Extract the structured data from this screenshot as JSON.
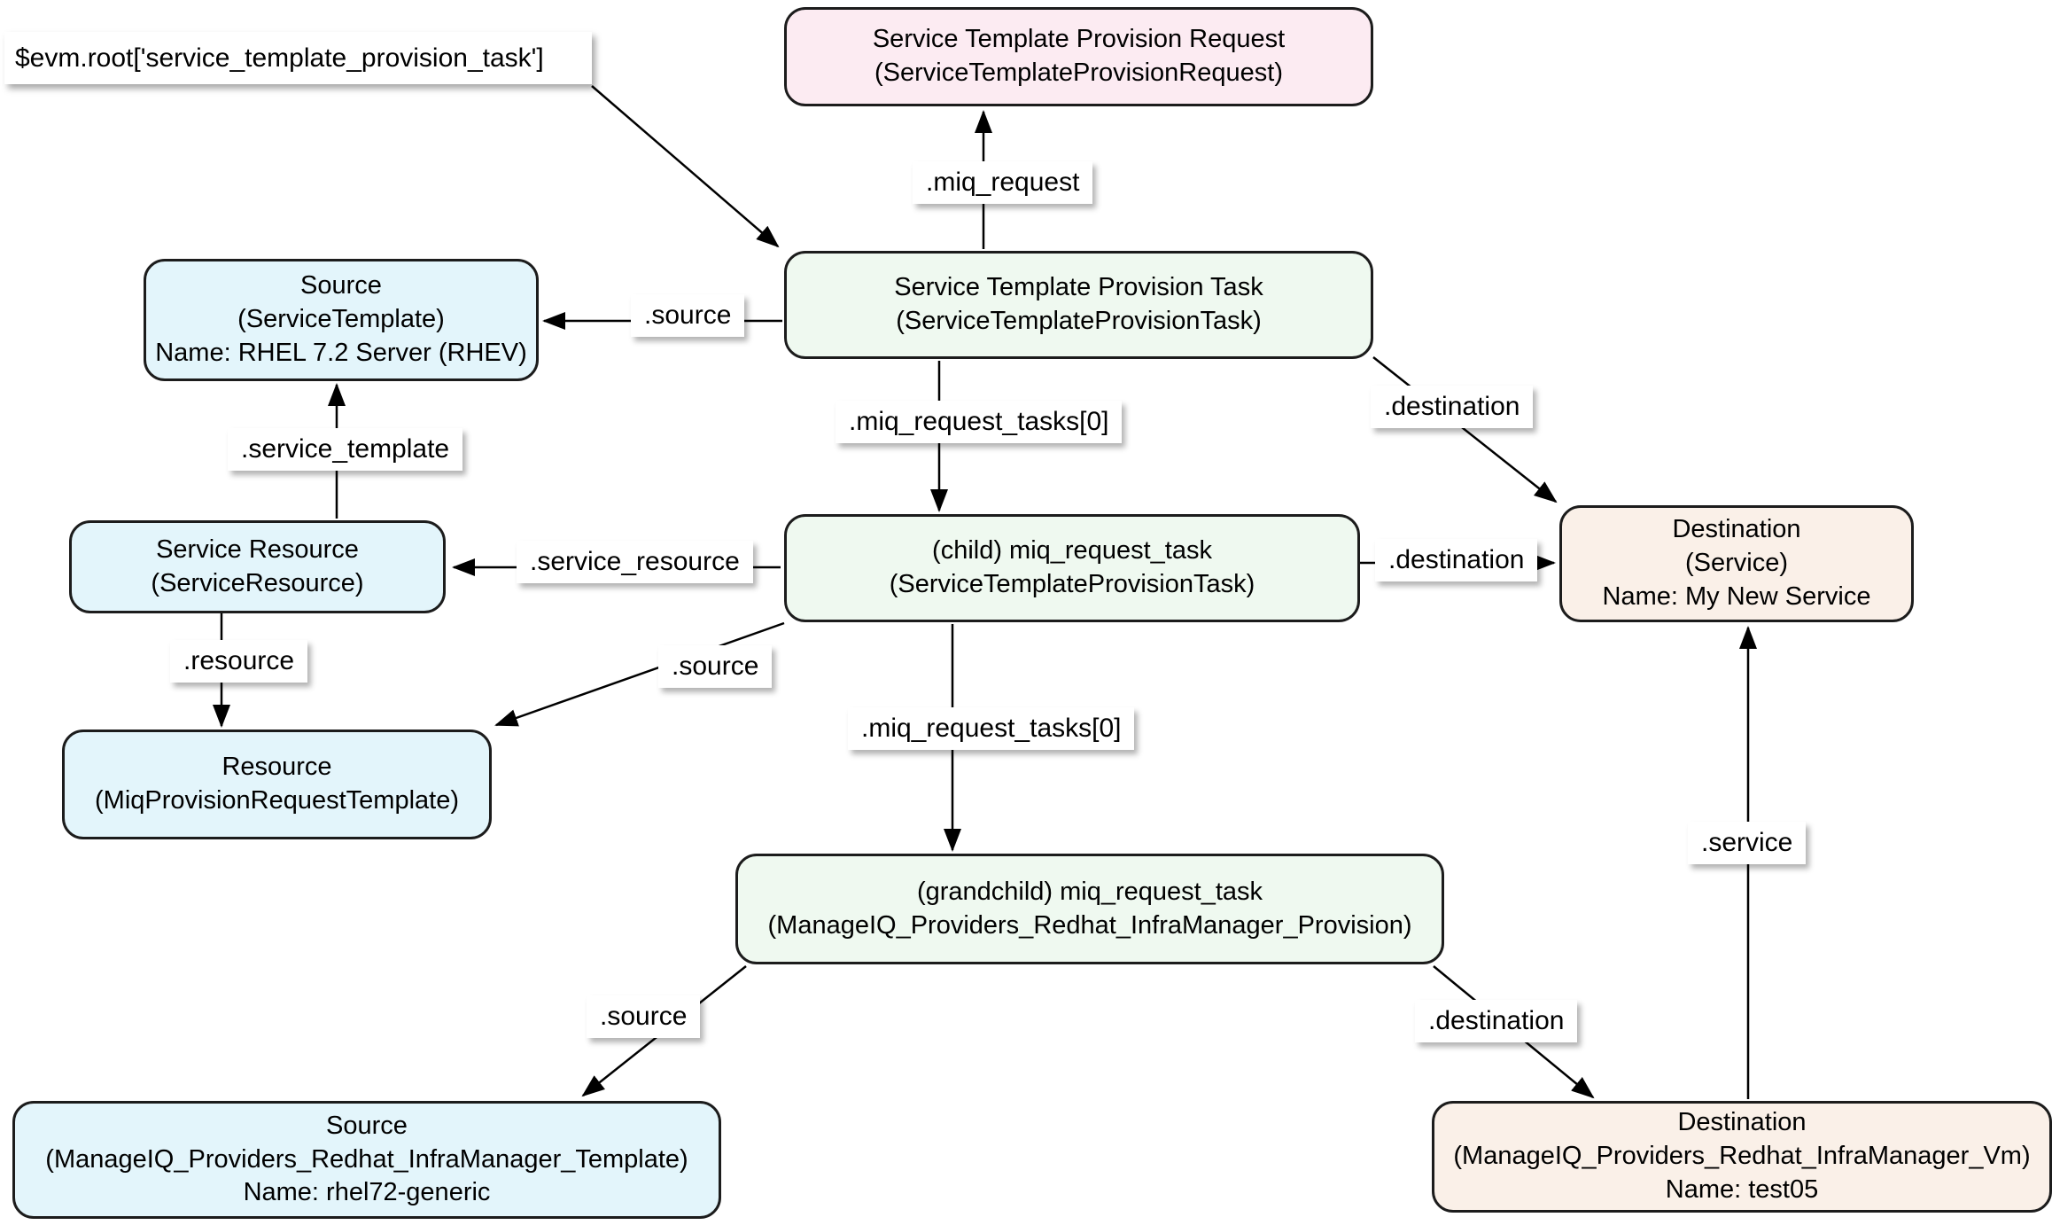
{
  "title": "ManageIQ service template provisioning object model diagram",
  "colors": {
    "pink": "#fcebf2",
    "green": "#eff9f0",
    "blue": "#e3f5fb",
    "orange": "#faf0e8",
    "label-bg": "#ffffff",
    "line": "#000000"
  },
  "nodes": {
    "evm_root": {
      "label": "$evm.root['service_template_provision_task']"
    },
    "request": {
      "title": "Service Template Provision Request",
      "klass": "(ServiceTemplateProvisionRequest)"
    },
    "task": {
      "title": "Service Template Provision Task",
      "klass": "(ServiceTemplateProvisionTask)"
    },
    "source_service_template": {
      "title": "Source",
      "klass": "(ServiceTemplate)",
      "name": "Name: RHEL 7.2 Server (RHEV)"
    },
    "service_resource": {
      "title": "Service Resource",
      "klass": "(ServiceResource)"
    },
    "resource": {
      "title": "Resource",
      "klass": "(MiqProvisionRequestTemplate)"
    },
    "child_task": {
      "title": "(child) miq_request_task",
      "klass": "(ServiceTemplateProvisionTask)"
    },
    "destination_service": {
      "title": "Destination",
      "klass": "(Service)",
      "name": "Name: My New Service"
    },
    "grandchild_task": {
      "title": "(grandchild) miq_request_task",
      "klass": "(ManageIQ_Providers_Redhat_InfraManager_Provision)"
    },
    "source_template": {
      "title": "Source",
      "klass": "(ManageIQ_Providers_Redhat_InfraManager_Template)",
      "name": "Name: rhel72-generic"
    },
    "destination_vm": {
      "title": "Destination",
      "klass": "(ManageIQ_Providers_Redhat_InfraManager_Vm)",
      "name": "Name: test05"
    }
  },
  "edge_labels": {
    "miq_request": ".miq_request",
    "source_top": ".source",
    "destination_top": ".destination",
    "miq_request_tasks_a": ".miq_request_tasks[0]",
    "service_template": ".service_template",
    "service_resource": ".service_resource",
    "resource": ".resource",
    "source_mid": ".source",
    "destination_mid": ".destination",
    "miq_request_tasks_b": ".miq_request_tasks[0]",
    "source_bottom": ".source",
    "destination_bottom": ".destination",
    "service": ".service"
  }
}
